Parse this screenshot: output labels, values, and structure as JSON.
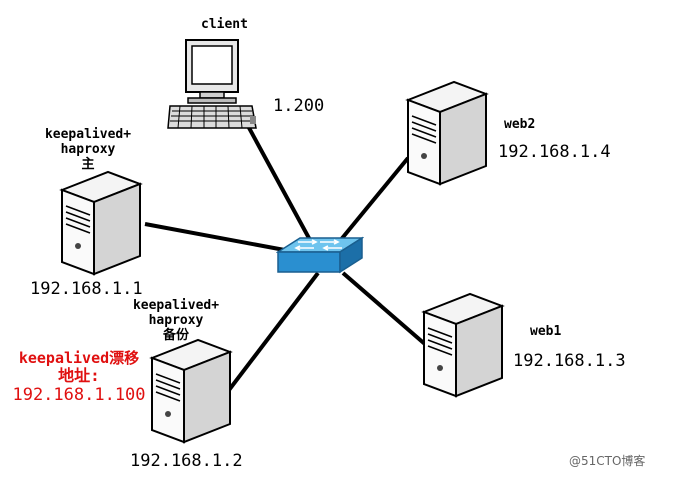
{
  "colors": {
    "link": "#000000",
    "switch": "#2a8fd0",
    "vip_text": "#e01010"
  },
  "nodes": {
    "client": {
      "label": "client",
      "ip": "1.200",
      "icon": "desktop-computer-icon"
    },
    "master": {
      "label_line1": "keepalived+",
      "label_line2": "haproxy",
      "label_line3": "主",
      "ip": "192.168.1.1",
      "icon": "server-icon"
    },
    "backup": {
      "label_line1": "keepalived+",
      "label_line2": "haproxy",
      "label_line3": "备份",
      "ip": "192.168.1.2",
      "icon": "server-icon"
    },
    "web2": {
      "label": "web2",
      "ip": "192.168.1.4",
      "icon": "server-icon"
    },
    "web1": {
      "label": "web1",
      "ip": "192.168.1.3",
      "icon": "server-icon"
    },
    "switch": {
      "icon": "network-switch-icon"
    }
  },
  "vip": {
    "line1": "keepalived漂移",
    "line2": "地址:",
    "line3": "192.168.1.100"
  },
  "edges": [
    {
      "from": "client",
      "to": "switch"
    },
    {
      "from": "master",
      "to": "switch"
    },
    {
      "from": "backup",
      "to": "switch"
    },
    {
      "from": "web2",
      "to": "switch"
    },
    {
      "from": "web1",
      "to": "switch"
    }
  ],
  "watermark": "@51CTO博客"
}
